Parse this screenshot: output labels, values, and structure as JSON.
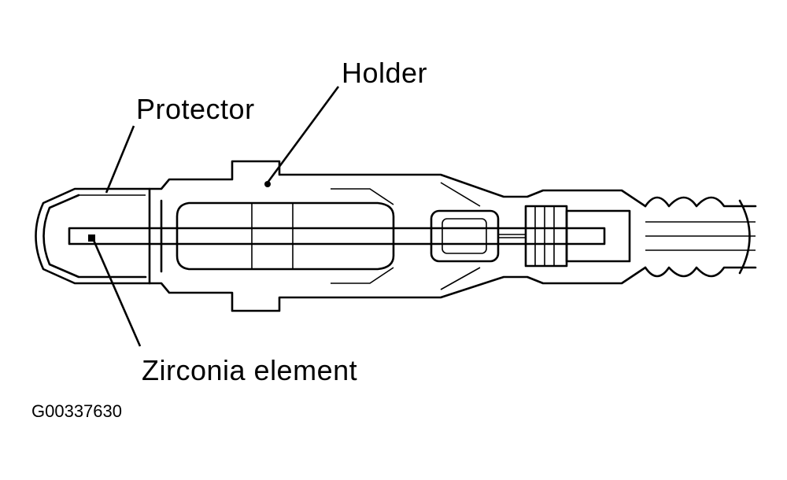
{
  "labels": {
    "holder": "Holder",
    "protector": "Protector",
    "zirconia_element": "Zirconia element"
  },
  "figure_id": "G00337630"
}
